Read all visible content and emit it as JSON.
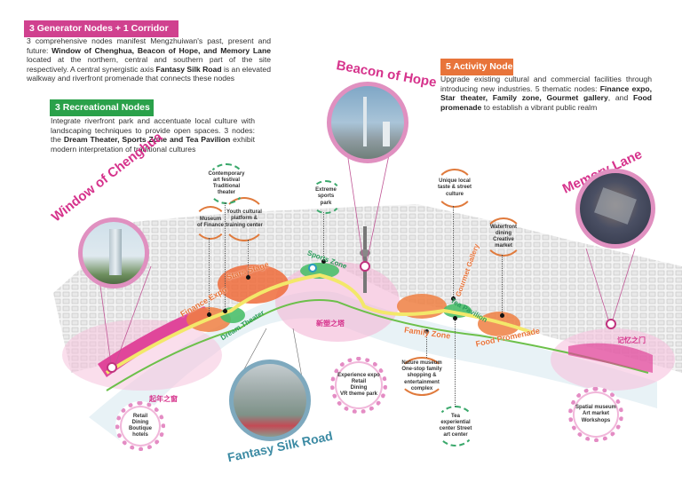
{
  "generator_section": {
    "header": "3 Generator Nodes + 1 Corridor",
    "header_color": "#d0418f",
    "text_1": "3 comprehensive nodes manifest Mengzhuiwan's past, present and future: ",
    "bold_1": "Window of Chenghua, Beacon of Hope, and Memory Lane",
    "text_2": " located at the northern, central and southern part of the site respectively. A central synergistic axis ",
    "bold_2": "Fantasy Silk Road",
    "text_3": " is an elevated walkway and riverfront promenade that connects these nodes"
  },
  "recreational_section": {
    "header": "3 Recreational Nodes",
    "header_color": "#2aa14a",
    "text_1": "Integrate riverfront park and  accentuate local culture with landscaping techniques to provide open spaces. 3 nodes: the ",
    "bold_1": "Dream Theater, Sports Zone and Tea Pavilion",
    "text_2": " exhibit modern interpretation of traditional cultures"
  },
  "activity_section": {
    "header": "5 Activity Nodes",
    "header_color": "#e8743a",
    "text_1": "Upgrade existing cultural and commercial facilities through introducing new industries. 5 thematic nodes: ",
    "bold_1": "Finance expo, Star theater, Family zone, Gourmet gallery",
    "text_2": ", and ",
    "bold_2": "Food promenade",
    "text_3": " to establish a vibrant public realm"
  },
  "generator_nodes": {
    "window": {
      "title": "Window of Chenghua",
      "cn": "起年之窗",
      "callout": [
        "Retail",
        "Dining",
        "Boutique",
        "hotels"
      ]
    },
    "beacon": {
      "title": "Beacon of Hope",
      "cn": "新塑之塔",
      "callout": [
        "Experience expo",
        "Retail",
        "Dining",
        "VR theme park"
      ]
    },
    "memory": {
      "title": "Memory Lane",
      "cn": "记忆之门",
      "callout": [
        "Spatial museum",
        "Art market",
        "Workshops"
      ]
    },
    "corridor": {
      "title": "Fantasy Silk Road"
    }
  },
  "activity_nodes": {
    "finance_expo": {
      "label": "Finance Expo",
      "callout": "Museum of Finance"
    },
    "stars_stage": {
      "label": "Stars Stage",
      "callout": "Youth cultural platform & training center"
    },
    "family_zone": {
      "label": "Family Zone",
      "callout": "Nature museum One-stop family shopping & entertainment complex"
    },
    "gourmet_gallery": {
      "label": "Gourmet Gallery",
      "callout": "Unique local taste & street culture"
    },
    "food_promenade": {
      "label": "Food Promenade",
      "callout": "Waterfront dining Creative market"
    }
  },
  "recreational_nodes": {
    "dream_theater": {
      "label": "Dream Theater",
      "callout": "Contemporary art festival Traditional theater"
    },
    "sports_zone": {
      "label": "Sports Zone",
      "callout": "Extreme sports park"
    },
    "tea_pavilion": {
      "label": "Tea Pavilion",
      "callout": "Tea experiential center Street art center"
    }
  },
  "colors": {
    "pink": "#d6338c",
    "orange": "#e8743a",
    "green": "#2aa14a",
    "river": "#cfe6ef",
    "ring_pink": "#e090c0",
    "ring_blue": "#7ea9be"
  }
}
